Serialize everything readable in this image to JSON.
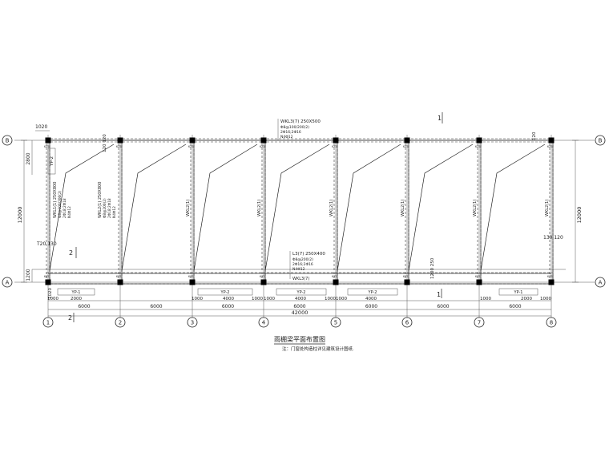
{
  "grid": {
    "x_axes": [
      "1",
      "2",
      "3",
      "4",
      "5",
      "6",
      "7",
      "8"
    ],
    "y_axes": [
      "B",
      "A"
    ],
    "bay_spans": [
      "6000",
      "6000",
      "6000",
      "6000",
      "6000",
      "6000",
      "6000"
    ],
    "total_span": "42000",
    "depth": "12000",
    "depth_right": "12000",
    "cantilever": "1200"
  },
  "beam_labels": {
    "wkl_top": [
      "WKL3(7) 250X500",
      "Φ8@100/200(2)",
      "2Φ16;2Φ16",
      "N4Φ12"
    ],
    "l1_top": [
      "L3(7) 250X400",
      "Φ8@200(2)",
      "2Φ16;2Φ16",
      "N4Φ12"
    ],
    "l1_bottom": "WKL3(7)",
    "wkl_v1": [
      "WKL1(1) 250X800",
      "Φ8@100/200(2)",
      "2Φ18;2Φ18",
      "N4Φ12"
    ],
    "wkl_v2": [
      "WKL2(1) 250X800",
      "Φ8@200(2)",
      "2Φ18;2Φ18",
      "N4Φ12"
    ],
    "wkl_mid": "WKL2(1)"
  },
  "dims": {
    "d1020": "1020",
    "d2800": "2800",
    "d120": "120",
    "d130_120": "130  120",
    "t20_130": "T20  130",
    "d120_120": "120 120",
    "d1200_250": "1200 250",
    "d1020v": "1020",
    "d1000": "1000",
    "d2000": "2000",
    "d4000": "4000",
    "d1000b": "1000",
    "d1000c": "1000",
    "d6000b": "6000",
    "tick250": "250"
  },
  "yp": {
    "yp1": "YP-1",
    "yp2": "YP-2",
    "yp_vert": "YP-2"
  },
  "section_marks": {
    "s1": "1",
    "s2": "2"
  },
  "col_tags": {
    "kz": "KZ1"
  },
  "title": "雨棚梁平面布置图",
  "note": "注：门窗处构造柱详见建筑设计图纸.",
  "colors": {
    "line": "#222222",
    "column": "#000000"
  }
}
